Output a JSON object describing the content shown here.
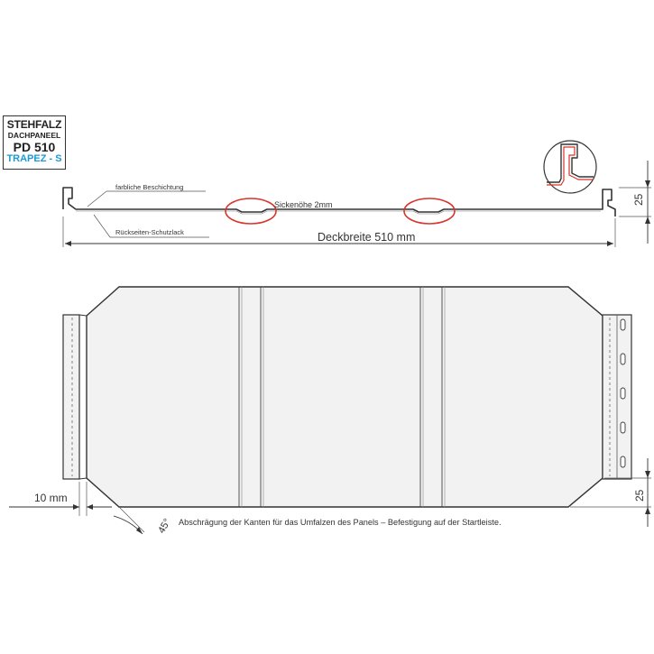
{
  "logo": {
    "line1": "STEHFALZ",
    "line2": "DACHPANEEL",
    "line3": "PD 510",
    "line4": "TRAPEZ - S"
  },
  "profile": {
    "label_coating": "farbliche Beschichtung",
    "label_backcoat": "Rückseiten-Schutzlack",
    "label_rib": "Sickenöhe 2mm",
    "label_width": "Deckbreite 510 mm",
    "label_height": "25"
  },
  "plan": {
    "label_10mm": "10 mm",
    "label_25": "25",
    "label_angle": "45°",
    "caption": "Abschrägung der Kanten für das Umfalzen des Panels – Befestigung auf der Startleiste."
  },
  "colors": {
    "line": "#333333",
    "highlight": "#d9342b",
    "brand_blue": "#1a9ad6",
    "panel_fill": "#f2f2f2"
  }
}
